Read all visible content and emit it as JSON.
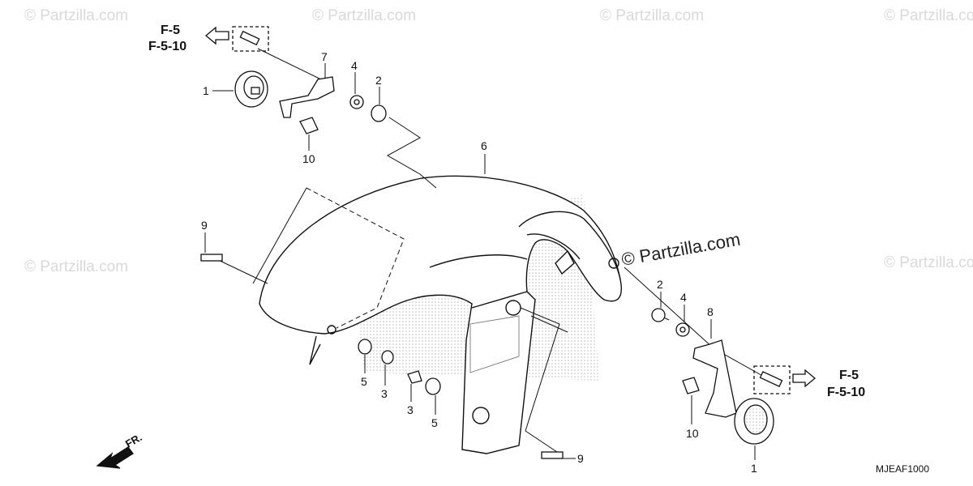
{
  "diagram": {
    "drawing_code": "MJEAF1000",
    "front_indicator": "FR.",
    "watermark_main": "© Partzilla.com",
    "watermark_faint": "© Partzilla.com",
    "refs": {
      "top_left": [
        "F-5",
        "F-5-10"
      ],
      "bottom_right": [
        "F-5",
        "F-5-10"
      ]
    },
    "callouts": {
      "grommet_top": "1",
      "grommet_bottom": "1",
      "washer_top": "2",
      "washer_right": "2",
      "collar_left": "3",
      "collar_right": "3",
      "washer4_top": "4",
      "washer4_right": "4",
      "nut5_left": "5",
      "nut5_right": "5",
      "fender": "6",
      "bracket_left": "7",
      "bracket_right": "8",
      "screw_left": "9",
      "screw_bottom": "9",
      "nut10_top": "10",
      "nut10_bottom": "10"
    }
  }
}
